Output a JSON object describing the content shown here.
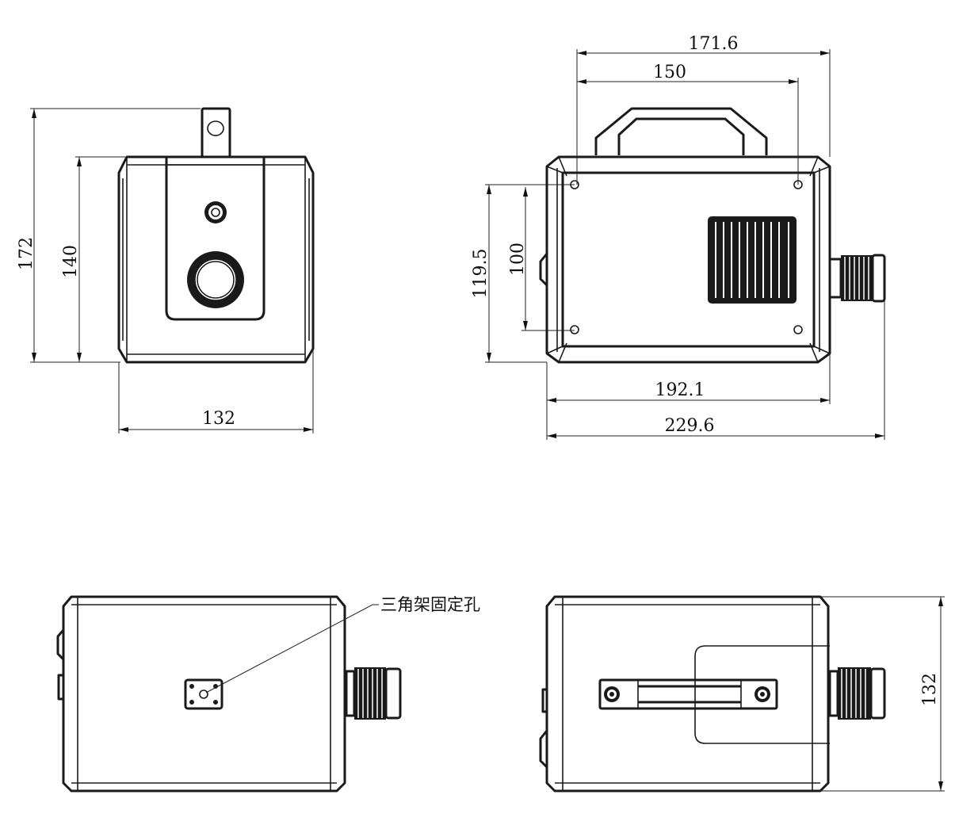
{
  "front_view": {
    "dim_total_height": "172",
    "dim_body_height": "140",
    "dim_width": "132"
  },
  "side_view": {
    "dim_outer_top": "171.6",
    "dim_hole_spacing_x": "150",
    "dim_height_outer": "119.5",
    "dim_hole_spacing_y": "100",
    "dim_body_length": "192.1",
    "dim_total_length": "229.6"
  },
  "bottom_view": {
    "tripod_label": "三角架固定孔"
  },
  "top_view": {
    "dim_width": "132"
  }
}
